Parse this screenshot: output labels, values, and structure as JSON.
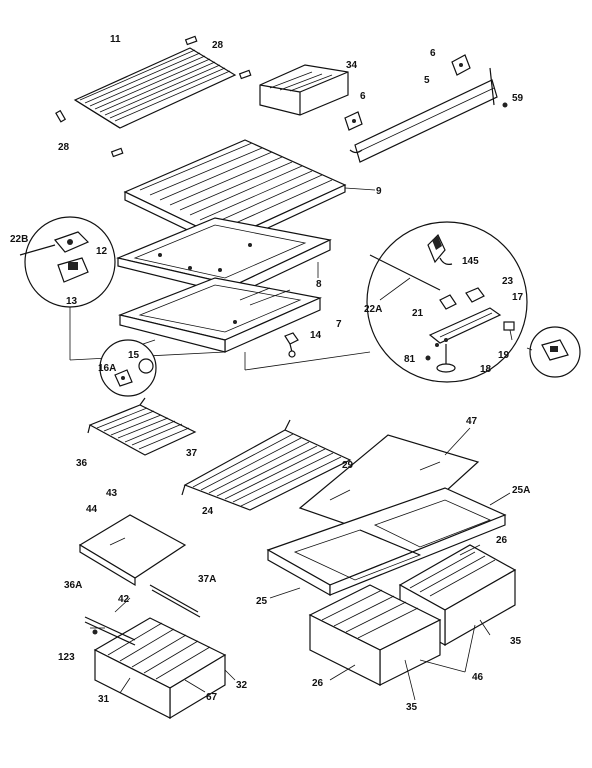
{
  "colors": {
    "ink": "#111111",
    "paper": "#ffffff"
  },
  "labels": {
    "l11": "11",
    "l28a": "28",
    "l28b": "28",
    "l34": "34",
    "l6a": "6",
    "l6b": "6",
    "l5": "5",
    "l59": "59",
    "l9": "9",
    "l22b": "22B",
    "l12": "12",
    "l13": "13",
    "l8": "8",
    "l7": "7",
    "l14": "14",
    "l16a": "16A",
    "l15": "15",
    "l145": "145",
    "l23": "23",
    "l17": "17",
    "l22a": "22A",
    "l21": "21",
    "l19": "19",
    "l81": "81",
    "l18": "18",
    "l36": "36",
    "l37": "37",
    "l47": "47",
    "l29": "29",
    "l24": "24",
    "l43": "43",
    "l44": "44",
    "l25a": "25A",
    "l26a": "26",
    "l36a": "36A",
    "l37a": "37A",
    "l25": "25",
    "l42": "42",
    "l35a": "35",
    "l123": "123",
    "l26b": "26",
    "l46": "46",
    "l31": "31",
    "l67": "67",
    "l32": "32",
    "l35b": "35"
  }
}
